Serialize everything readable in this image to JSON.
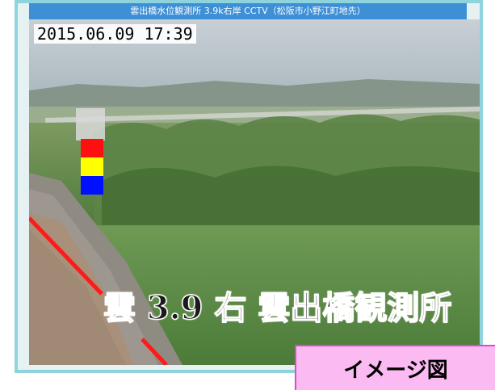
{
  "title_bar": {
    "text": "雲出橋水位観測所 3.9k右岸 CCTV（松阪市小野江町地先）"
  },
  "camera": {
    "timestamp": "2015.06.09 17:39",
    "overlay_caption": "雲 3.9 右 雲出橋観測所",
    "gauge_colors": [
      "#ff1010",
      "#ffff00",
      "#0010ff"
    ]
  },
  "badge": {
    "label": "イメージ図"
  },
  "colors": {
    "frame_border": "#8fd3dc",
    "title_bar_bg": "#3d8fd6",
    "badge_bg": "#fbbaf1",
    "marker_line": "#ff1a1a"
  }
}
